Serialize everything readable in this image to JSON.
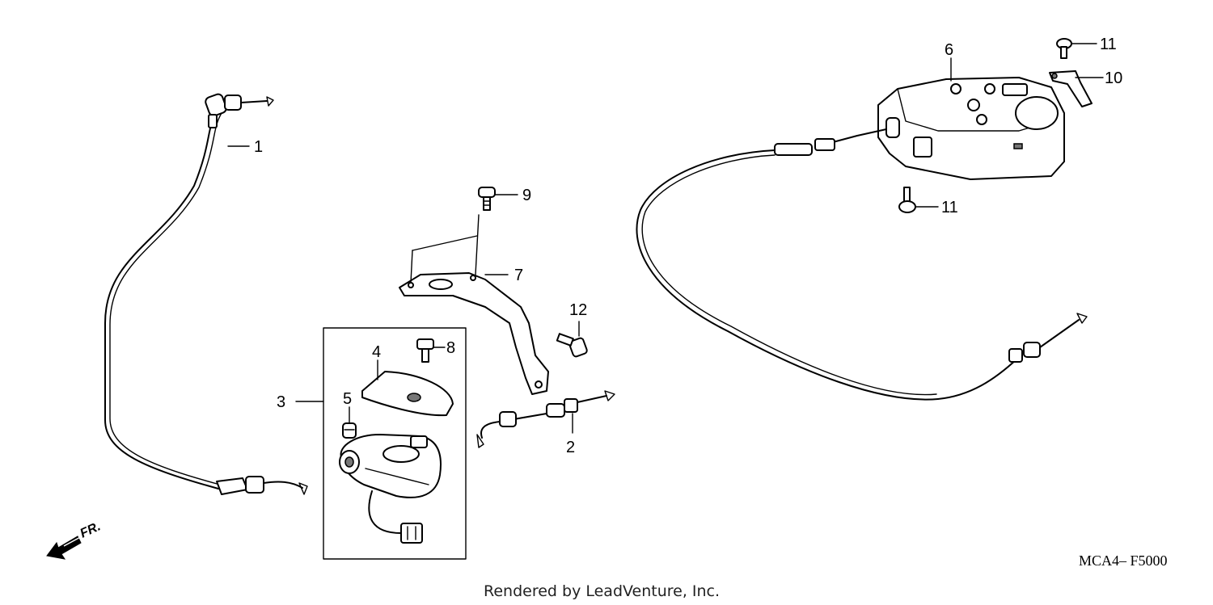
{
  "callouts": {
    "c1": "1",
    "c2": "2",
    "c3": "3",
    "c4": "4",
    "c5": "5",
    "c6": "6",
    "c7": "7",
    "c8": "8",
    "c9": "9",
    "c10": "10",
    "c11a": "11",
    "c11b": "11",
    "c12": "12"
  },
  "direction_marker": {
    "text": "FR.",
    "icon": "front-direction-arrow-icon"
  },
  "diagram_code": "MCA4– F5000",
  "credit": "Rendered by LeadVenture, Inc."
}
